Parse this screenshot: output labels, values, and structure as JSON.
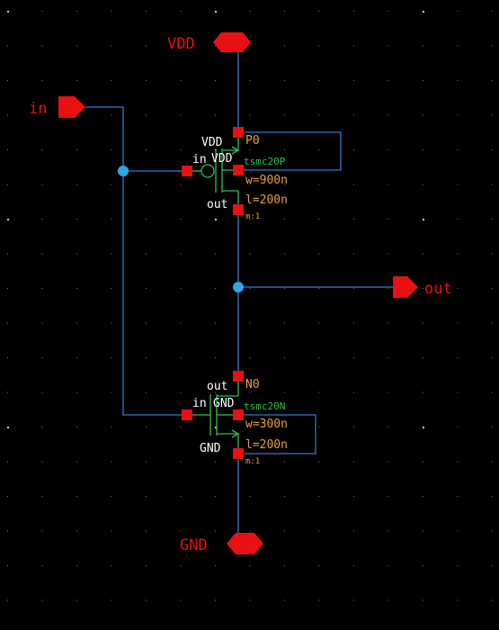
{
  "colors": {
    "background": "#000000",
    "wire": "#3a78c8",
    "pin": "#e81010",
    "junction": "#2aa8e8",
    "device": "#2fbf4f",
    "param": "#e8a032",
    "terminal": "#ffffff"
  },
  "pins": {
    "vdd": "VDD",
    "gnd": "GND",
    "in": "in",
    "out": "out"
  },
  "pmos": {
    "instance": "P0",
    "model": "tsmc20P",
    "width": "w=900n",
    "length": "l=200n",
    "mult": "m:1",
    "term_source": "VDD",
    "term_gate": "in",
    "term_bulk": "VDD",
    "term_drain": "out"
  },
  "nmos": {
    "instance": "N0",
    "model": "tsmc20N",
    "width": "w=300n",
    "length": "l=200n",
    "mult": "m:1",
    "term_drain": "out",
    "term_gate": "in",
    "term_bulk": "GND",
    "term_source": "GND"
  }
}
